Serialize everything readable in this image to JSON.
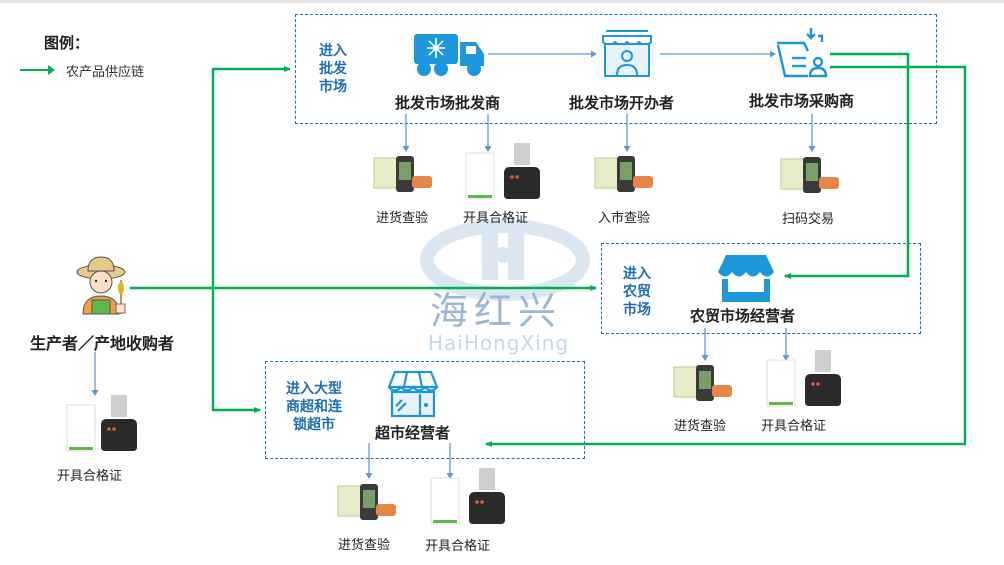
{
  "legend": {
    "title": "图例：",
    "items": [
      {
        "label": "农产品供应链",
        "color": "#00b050"
      }
    ]
  },
  "colors": {
    "supply_chain": "#00b050",
    "zone_border": "#1f6fb2",
    "info_arrow": "#5b9bd5",
    "icon_blue": "#1e96dc"
  },
  "producer": {
    "label": "生产者／产地收购者",
    "action": "开具合格证"
  },
  "zones": {
    "wholesale": {
      "label_lines": [
        "进入",
        "批发",
        "市场"
      ],
      "nodes": [
        {
          "label": "批发市场批发商",
          "icon": "refrigerated-truck-icon",
          "actions": [
            "进货查验",
            "开具合格证"
          ]
        },
        {
          "label": "批发市场开办者",
          "icon": "market-stall-person-icon",
          "actions": [
            "入市查验"
          ]
        },
        {
          "label": "批发市场采购商",
          "icon": "purchase-basket-person-icon",
          "actions": [
            "扫码交易"
          ]
        }
      ]
    },
    "farmers_market": {
      "label_lines": [
        "进入",
        "农贸",
        "市场"
      ],
      "node": {
        "label": "农贸市场经营者",
        "icon": "shop-awning-icon",
        "actions": [
          "进货查验",
          "开具合格证"
        ]
      }
    },
    "supermarket": {
      "label_lines": [
        "进入大型",
        "商超和连",
        "锁超市"
      ],
      "node": {
        "label": "超市经营者",
        "icon": "storefront-icon",
        "actions": [
          "进货查验",
          "开具合格证"
        ]
      }
    }
  },
  "watermark": {
    "cn": "海红兴",
    "en": "HaiHongXing"
  }
}
